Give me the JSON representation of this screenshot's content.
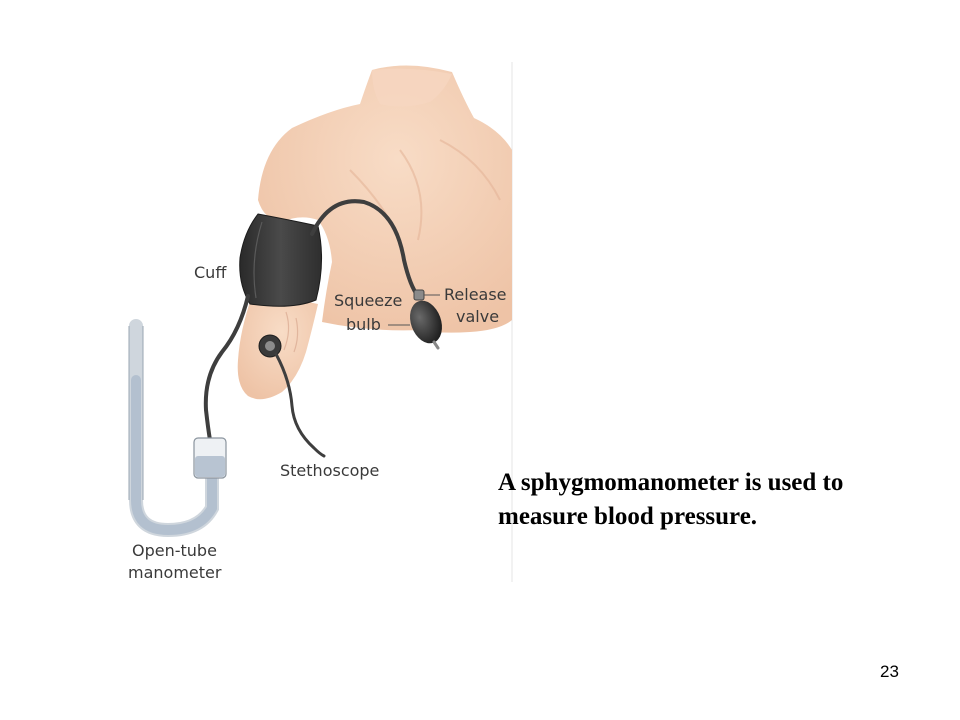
{
  "diagram": {
    "labels": {
      "cuff": "Cuff",
      "squeeze_bulb_1": "Squeeze",
      "squeeze_bulb_2": "bulb",
      "release_valve_1": "Release",
      "release_valve_2": "valve",
      "stethoscope": "Stethoscope",
      "manometer_1": "Open-tube",
      "manometer_2": "manometer"
    },
    "colors": {
      "skin": "#f3cfb6",
      "skin_shadow": "#e6b79a",
      "cuff": "#3b3b3b",
      "tube": "#4a4a4a",
      "manometer_glass": "#d7dde3",
      "manometer_fluid": "#b8c4d2"
    }
  },
  "caption": "A sphygmomanometer is used to measure blood pressure.",
  "slide_number": "23"
}
